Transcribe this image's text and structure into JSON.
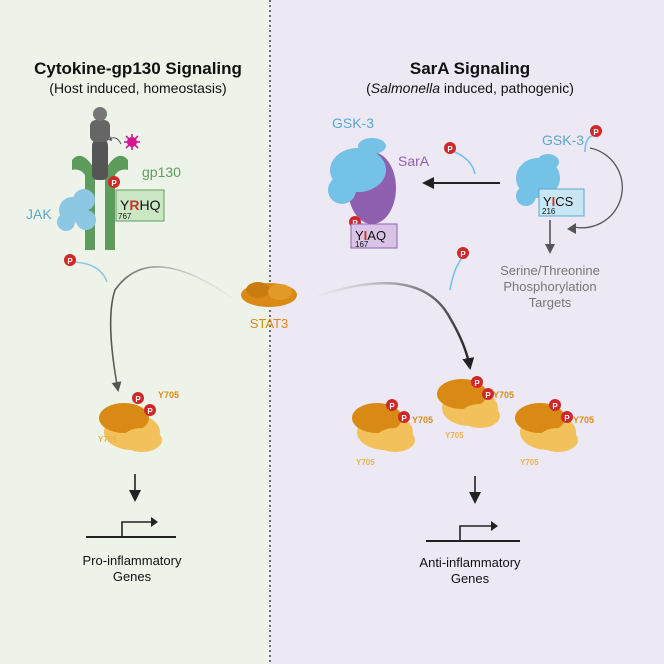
{
  "left_panel": {
    "title": "Cytokine-gp130 Signaling",
    "subtitle": "(Host induced, homeostasis)",
    "receptor_label": "gp130",
    "kinase_label": "JAK",
    "motif_Y": "Y",
    "motif_R": "R",
    "motif_rest": "HQ",
    "motif_number": "767",
    "outcome_label_line1": "Pro-inflammatory",
    "outcome_label_line2": "Genes"
  },
  "right_panel": {
    "title": "SarA Signaling",
    "subtitle_open": "(",
    "subtitle_italic": "Salmonella",
    "subtitle_rest": " induced, pathogenic)",
    "complex_gsk_label": "GSK-3",
    "complex_sara_label": "SarA",
    "motif_sara_Y": "Y",
    "motif_sara_I": "I",
    "motif_sara_rest": "AQ",
    "motif_sara_number": "167",
    "free_gsk_label": "GSK-3",
    "motif_gsk_Y": "Y",
    "motif_gsk_I": "I",
    "motif_gsk_rest": "CS",
    "motif_gsk_number": "216",
    "targets_line1": "Serine/Threonine",
    "targets_line2": "Phosphorylation",
    "targets_line3": "Targets",
    "outcome_label_line1": "Anti-inflammatory",
    "outcome_label_line2": "Genes"
  },
  "center": {
    "stat3_label": "STAT3"
  },
  "phospho": {
    "p_letter": "P",
    "site_label": "Y705"
  },
  "colors": {
    "left_bg": "#eef3e9",
    "right_bg": "#ece9f5",
    "gp130_green": "#5e9c5c",
    "jak_blue": "#8cc7e3",
    "gsk_blue": "#74c2e6",
    "sara_purple": "#8f5fb0",
    "stat3_orange": "#d98a14",
    "stat3_light": "#f2c15c",
    "phospho_red": "#d02828",
    "cytokine_magenta": "#d4178f",
    "motif_green_box": "#cbe7c3",
    "motif_purple_box": "#d9c4e8",
    "motif_blue_box": "#c9e6f4"
  }
}
